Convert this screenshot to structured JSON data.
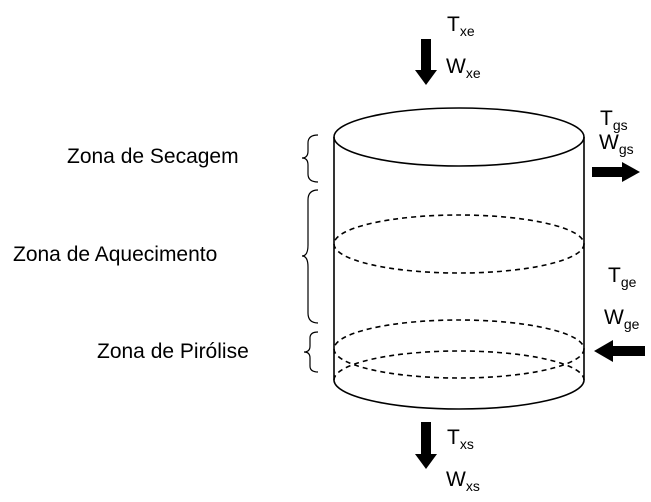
{
  "zones": {
    "secagem": "Zona de Secagem",
    "aquecimento": "Zona de Aquecimento",
    "pirolise": "Zona de Pirólise"
  },
  "solid_inlet": {
    "T": "T",
    "T_sub": "xe",
    "W": "W",
    "W_sub": "xe"
  },
  "gas_outlet": {
    "T": "T",
    "T_sub": "gs",
    "W": "W",
    "W_sub": "gs"
  },
  "gas_inlet": {
    "T": "T",
    "T_sub": "ge",
    "W": "W",
    "W_sub": "ge"
  },
  "solid_outlet": {
    "T": "T",
    "T_sub": "xs",
    "W": "W",
    "W_sub": "xs"
  },
  "colors": {
    "line": "#000000",
    "background": "#ffffff"
  }
}
